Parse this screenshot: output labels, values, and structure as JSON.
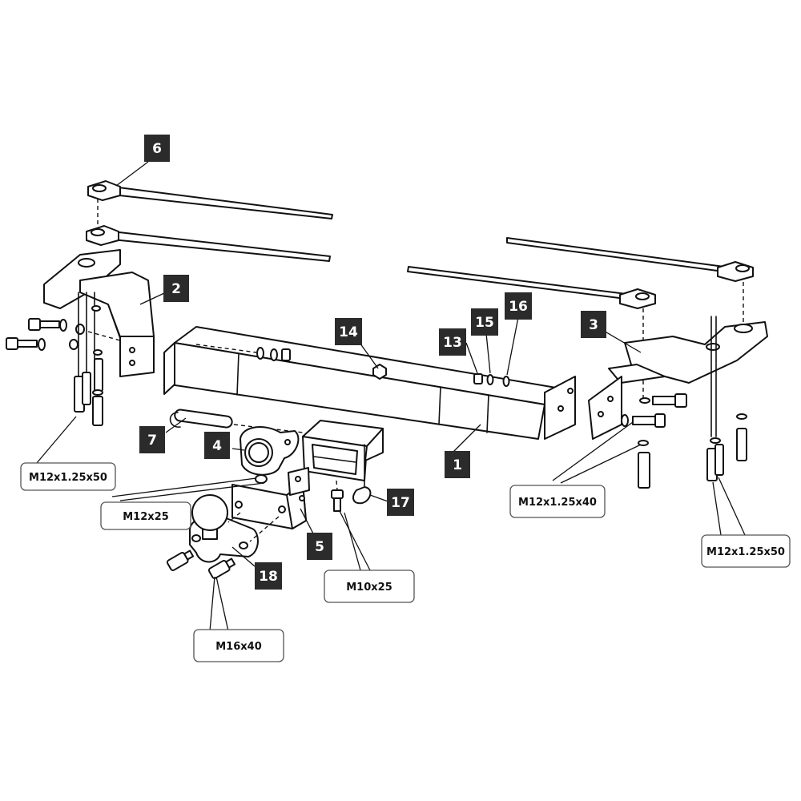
{
  "callouts": {
    "p1": "1",
    "p2": "2",
    "p3": "3",
    "p4": "4",
    "p5": "5",
    "p6": "6",
    "p7": "7",
    "p13": "13",
    "p14": "14",
    "p15": "15",
    "p16": "16",
    "p17": "17",
    "p18": "18"
  },
  "specs": {
    "left_bolt": "M12x1.25x50",
    "pin_bolt": "M12x25",
    "right_bolt_mid": "M12x1.25x40",
    "right_bolt_far": "M12x1.25x50",
    "drop_bolt": "M10x25",
    "ball_bolt": "M16x40"
  }
}
